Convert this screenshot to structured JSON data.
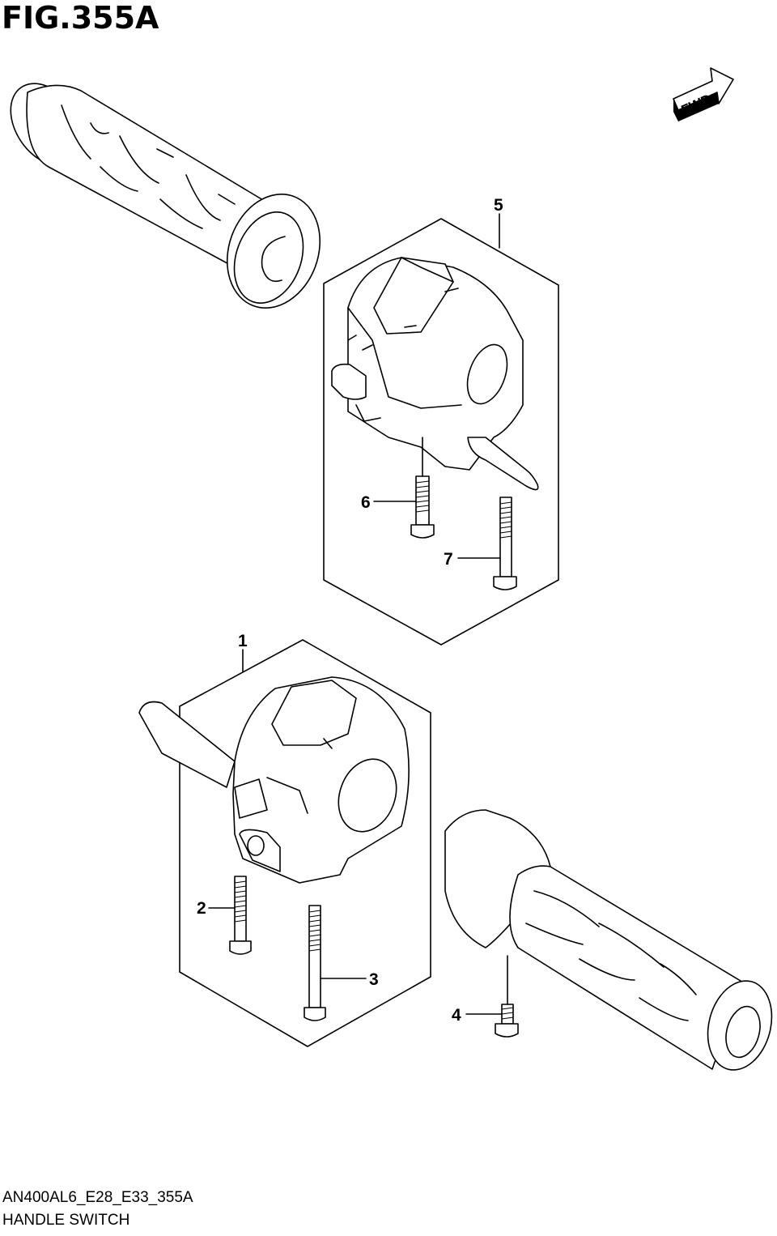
{
  "figure": {
    "title": "FIG.355A",
    "direction_label": "FWD",
    "code": "AN400AL6_E28_E33_355A",
    "name": "HANDLE SWITCH"
  },
  "callouts": [
    {
      "number": "1"
    },
    {
      "number": "2"
    },
    {
      "number": "3"
    },
    {
      "number": "4"
    },
    {
      "number": "5"
    },
    {
      "number": "6"
    },
    {
      "number": "7"
    }
  ],
  "icons": [
    "fwd-arrow-icon",
    "grip-left",
    "grip-right",
    "right-handle-switch",
    "left-handle-switch",
    "screw-6",
    "screw-7",
    "screw-2",
    "screw-3",
    "screw-4"
  ]
}
